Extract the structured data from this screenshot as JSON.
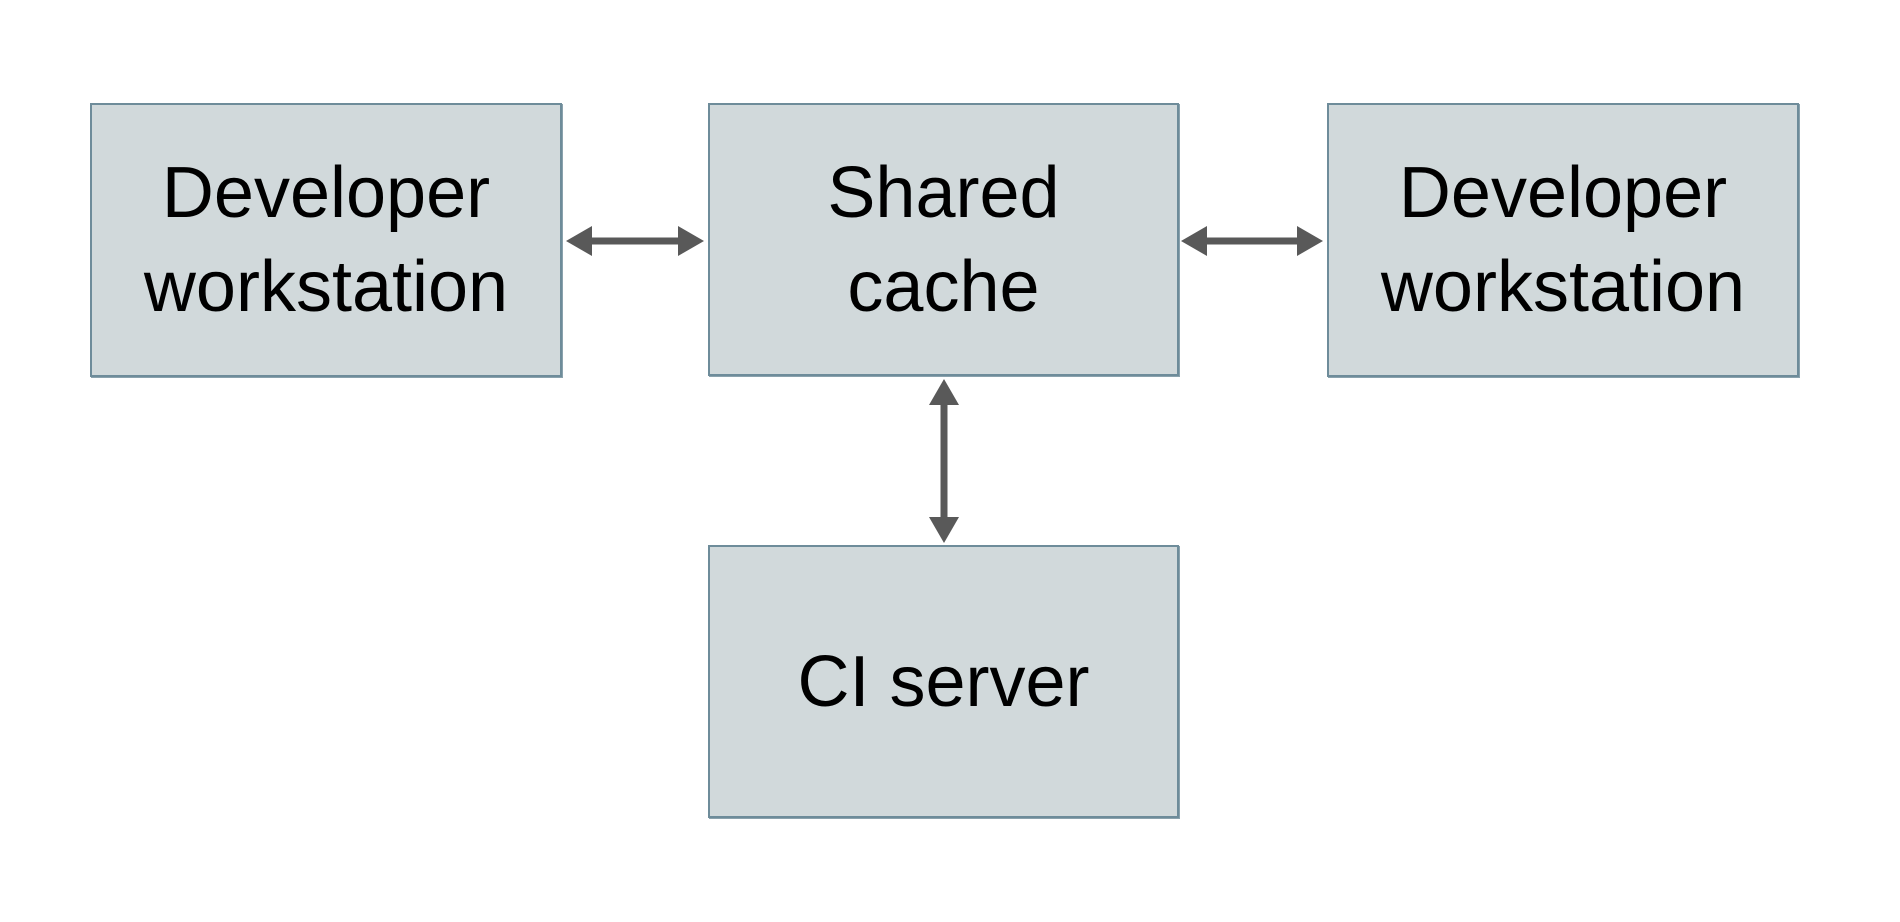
{
  "diagram": {
    "title": "",
    "nodes": [
      {
        "id": "developer-workstation-left",
        "lines": [
          "Developer",
          "workstation"
        ]
      },
      {
        "id": "shared-cache",
        "lines": [
          "Shared",
          "cache"
        ]
      },
      {
        "id": "developer-workstation-right",
        "lines": [
          "Developer",
          "workstation"
        ]
      },
      {
        "id": "ci-server",
        "lines": [
          "CI server"
        ]
      }
    ],
    "edges": [
      {
        "from": "developer-workstation-left",
        "to": "shared-cache",
        "direction": "bidirectional"
      },
      {
        "from": "shared-cache",
        "to": "developer-workstation-right",
        "direction": "bidirectional"
      },
      {
        "from": "shared-cache",
        "to": "ci-server",
        "direction": "bidirectional"
      }
    ],
    "colors": {
      "node_fill": "#d1d9db",
      "node_border": "#6e8c9a",
      "arrow": "#595959",
      "text": "#000000",
      "background": "#ffffff"
    }
  }
}
